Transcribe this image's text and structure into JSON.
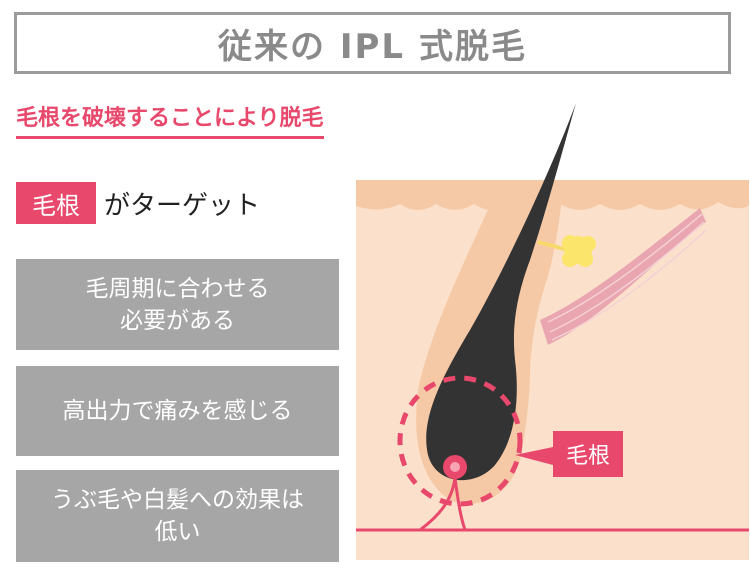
{
  "title": "従来の IPL 式脱毛",
  "subtitle": "毛根を破壊することにより脱毛",
  "target": {
    "tag": "毛根",
    "text": "がターゲット"
  },
  "points": [
    {
      "line1": "毛周期に合わせる",
      "line2": "必要がある"
    },
    {
      "line1": "高出力で痛みを感じる",
      "line2": ""
    },
    {
      "line1": "うぶ毛や白髪への効果は",
      "line2": "低い"
    }
  ],
  "diagram": {
    "callout_label": "毛根"
  },
  "colors": {
    "accent": "#e8486b",
    "gray": "#a6a6a6",
    "skin": "#fbe1cb",
    "hair": "#333333"
  }
}
